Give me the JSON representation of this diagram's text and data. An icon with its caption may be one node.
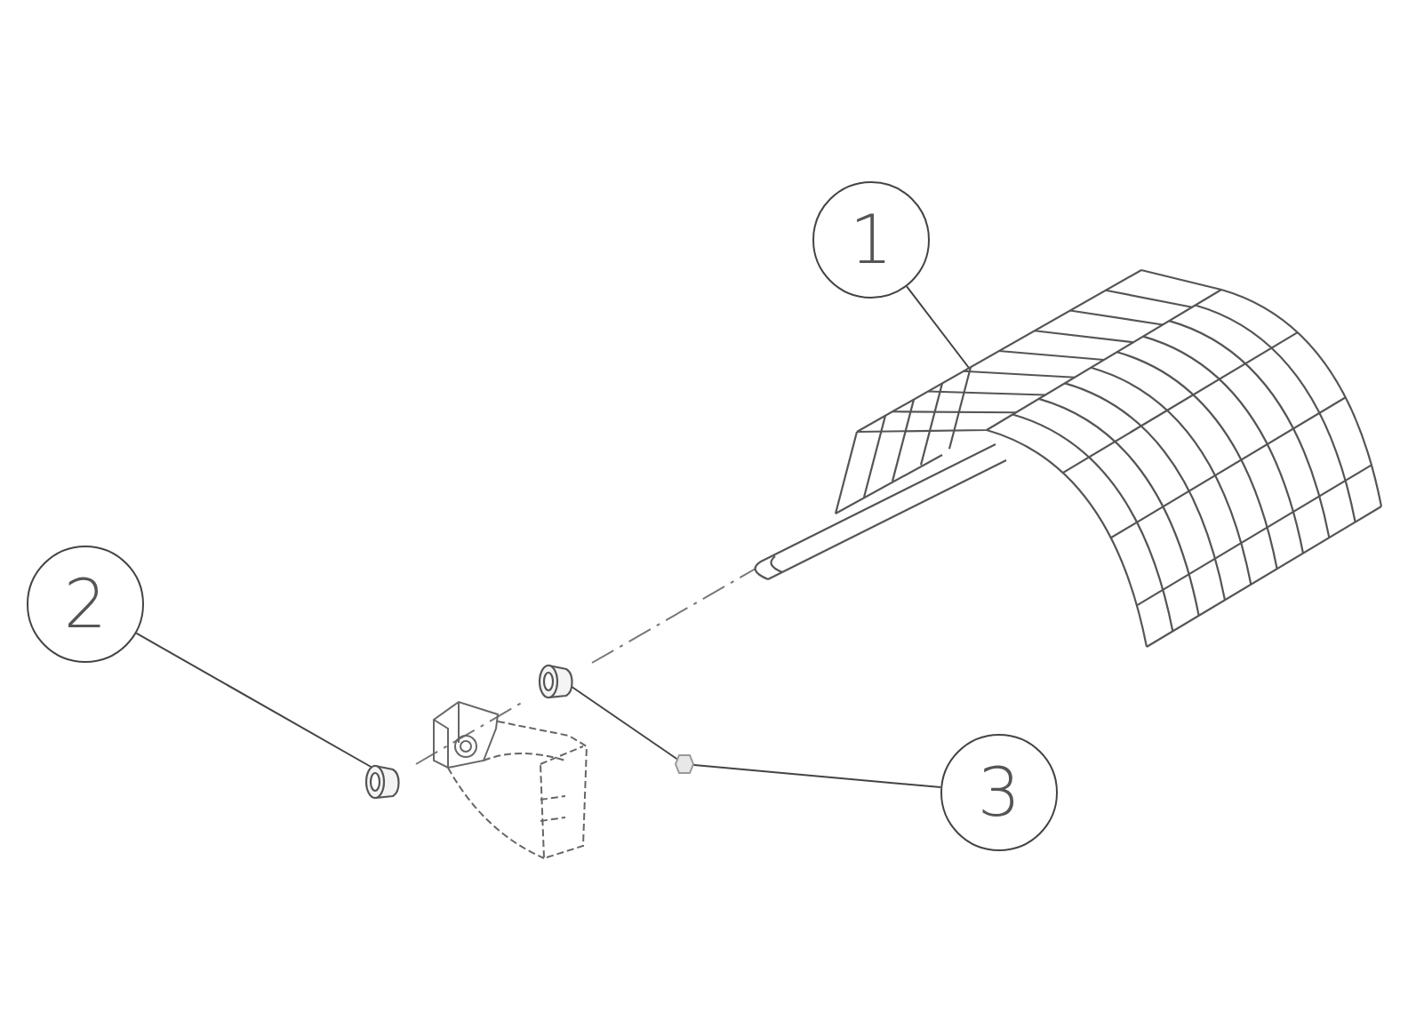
{
  "diagram": {
    "nodes": [
      {
        "text": [
          "1"
        ]
      },
      {
        "text": [],
        "shape": "picture"
      },
      {
        "text": [
          "2"
        ]
      },
      {
        "text": [],
        "shape": "cylinder"
      },
      {
        "text": [
          "3"
        ]
      },
      {
        "text": [],
        "shape": "hexagon"
      },
      {
        "text": [],
        "shape": "cylinder"
      }
    ],
    "edges": [
      {
        "from": 0,
        "to": 1,
        "arrow": "none"
      },
      {
        "from": 2,
        "to": 3,
        "arrow": "none"
      },
      {
        "from": 4,
        "to": 5,
        "arrow": "none"
      },
      {
        "from": 5,
        "to": 6,
        "arrow": "none"
      }
    ]
  }
}
